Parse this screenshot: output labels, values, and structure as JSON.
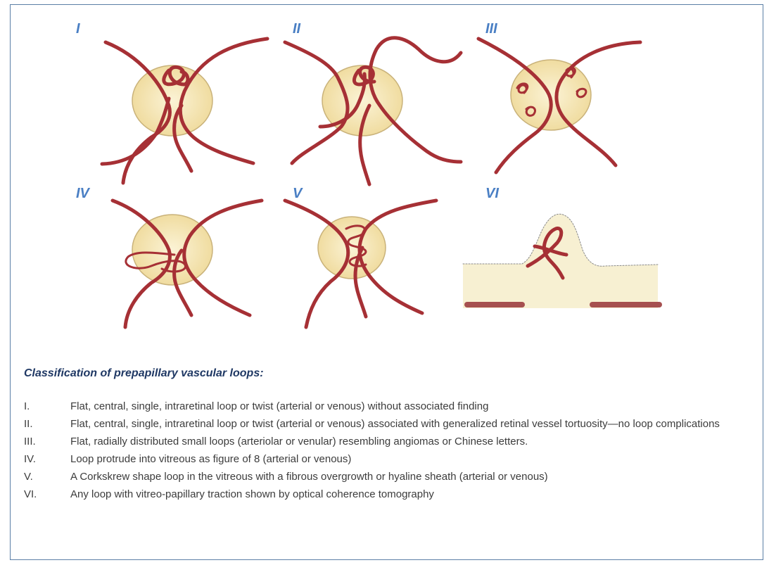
{
  "panels": [
    {
      "label": "I"
    },
    {
      "label": "II"
    },
    {
      "label": "III"
    },
    {
      "label": "IV"
    },
    {
      "label": "V"
    },
    {
      "label": "VI"
    }
  ],
  "colors": {
    "vessel": "#a63035",
    "disc_fill": "#f4e6b2",
    "disc_edge": "#c9b27a",
    "tissue_fill": "#f7f0d2",
    "frame": "#5b7fa6",
    "label": "#4a7fc4"
  },
  "caption": {
    "title": "Classification of prepapillary vascular loops:"
  },
  "legend": [
    {
      "num": "I.",
      "text": "Flat, central, single, intraretinal loop or twist (arterial or venous) without associated finding"
    },
    {
      "num": "II.",
      "text": "Flat, central, single, intraretinal loop or twist (arterial or venous) associated with generalized retinal vessel tortuosity—no loop complications"
    },
    {
      "num": "III.",
      "text": "Flat, radially distributed small loops (arteriolar or venular) resembling angiomas or Chinese letters."
    },
    {
      "num": "IV.",
      "text": "Loop protrude into vitreous as figure of 8 (arterial or venous)"
    },
    {
      "num": "V.",
      "text": "A Corkskrew shape loop in the vitreous with a fibrous overgrowth or hyaline sheath (arterial or venous)"
    },
    {
      "num": "VI.",
      "text": "Any loop with vitreo-papillary traction shown by optical coherence tomography"
    }
  ]
}
